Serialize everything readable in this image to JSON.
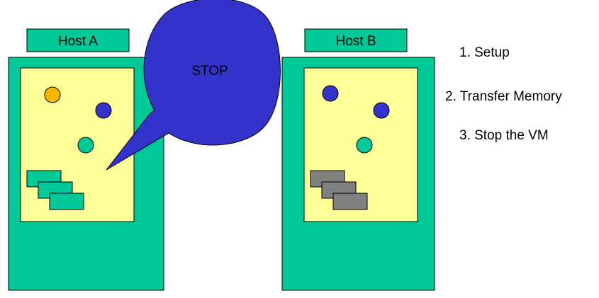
{
  "colors": {
    "host_fill": "#00c896",
    "vm_fill": "#ffff99",
    "bubble_fill": "#3333cc",
    "orange_process": "#f5b800",
    "blue_process": "#3333cc",
    "green_process": "#00c896",
    "memory_page_a": "#00c896",
    "memory_page_b": "#808080",
    "outline": "#000000"
  },
  "hosts": [
    {
      "label": "Host A",
      "processes": [
        "orange",
        "blue",
        "green"
      ],
      "memory_pages": 3,
      "memory_color": "green"
    },
    {
      "label": "Host B",
      "processes": [
        "blue",
        "blue",
        "green"
      ],
      "memory_pages": 3,
      "memory_color": "gray"
    }
  ],
  "bubble": {
    "text": "STOP"
  },
  "steps": [
    "1. Setup",
    "2. Transfer Memory",
    "3. Stop the VM"
  ]
}
